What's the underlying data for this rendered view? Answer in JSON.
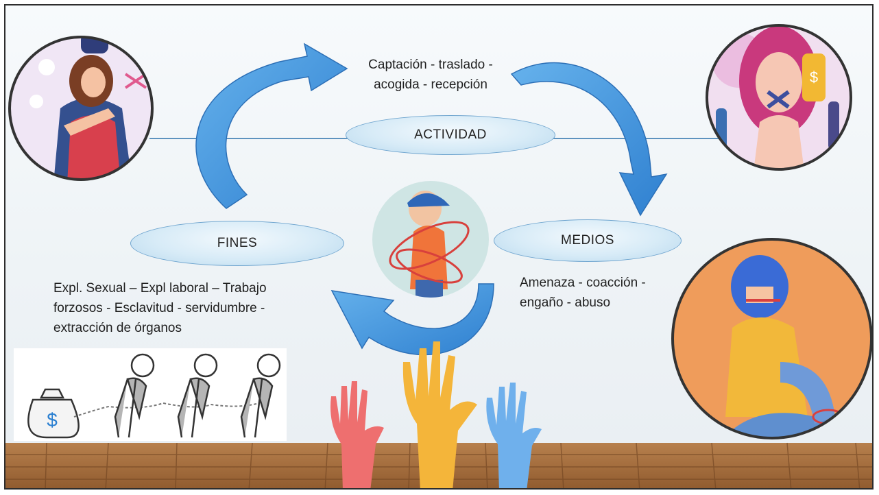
{
  "diagram": {
    "actividad": {
      "label": "ACTIVIDAD",
      "line1": "Captación - traslado -",
      "line2": "acogida - recepción"
    },
    "medios": {
      "label": "MEDIOS",
      "line1": "Amenaza - coacción -",
      "line2": "engaño - abuso"
    },
    "fines": {
      "label": "FINES",
      "line1": "Expl. Sexual – Expl laboral – Trabajo",
      "line2": "forzosos -  Esclavitud - servidumbre -",
      "line3": "extracción de órganos"
    },
    "money_symbol": "$"
  },
  "colors": {
    "arrow": "#3a8fd8",
    "oval": "#d7ebf7",
    "floor": "#a8703f",
    "hand_red": "#ee6f6f",
    "hand_yellow": "#f4b53a",
    "hand_blue": "#6fb0ec"
  }
}
